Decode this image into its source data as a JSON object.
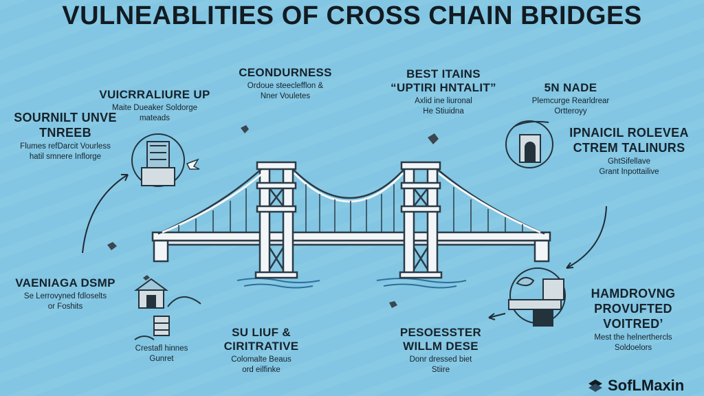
{
  "title": "VULNEABLITIES OF CROSS CHAIN BRIDGES",
  "blocks": [
    {
      "id": "b1",
      "title": "CEONDURNESS",
      "desc": [
        "Ordoue steeclefflon &",
        "Nner Vouletes"
      ]
    },
    {
      "id": "b2",
      "title": "VUICRRALIURE UP",
      "desc": [
        "Maite Dueaker Soldorge",
        "mateads"
      ]
    },
    {
      "id": "b3",
      "title": "SOURNILT UNVE TNREEB",
      "desc": [
        "Flumes refDarcit Vourless",
        "hatil smnere Inflorge"
      ]
    },
    {
      "id": "b4",
      "title": "BEST ITAINS “UPTIRI HNTALIT”",
      "desc": [
        "Axlid ine liuronal",
        "He Stiuidna"
      ]
    },
    {
      "id": "b5",
      "title": "5N NADE",
      "desc": [
        "Plemcurge Rearldrear",
        "Ortteroyy"
      ]
    },
    {
      "id": "b6",
      "title": "IPNAICIL ROLEVEA CTREM TALINURS",
      "desc": [
        "GhtSifellave",
        "Grant Inpottailive"
      ]
    },
    {
      "id": "b7",
      "title": "VAENIAGA DSMP",
      "desc": [
        "Se Lerrovyned fdloselts",
        "or Foshits"
      ]
    },
    {
      "id": "b8",
      "title": "",
      "desc": [
        "Crestafl hinnes",
        "Gunret"
      ]
    },
    {
      "id": "b9",
      "title": "SU LIUF & CIRITRATIVE",
      "desc": [
        "Colomalte Beaus",
        "ord eilfinke"
      ]
    },
    {
      "id": "b10",
      "title": "PESOESSTER WILLM DESE",
      "desc": [
        "Donr dressed biet",
        "Stiire"
      ]
    },
    {
      "id": "b11",
      "title": "HAMDROVNG PROVUFTED VOITRED’",
      "desc": [
        "Mest the helnerthercls",
        "Soldoelors"
      ]
    }
  ],
  "logo": {
    "text": "SofLMaxin"
  }
}
